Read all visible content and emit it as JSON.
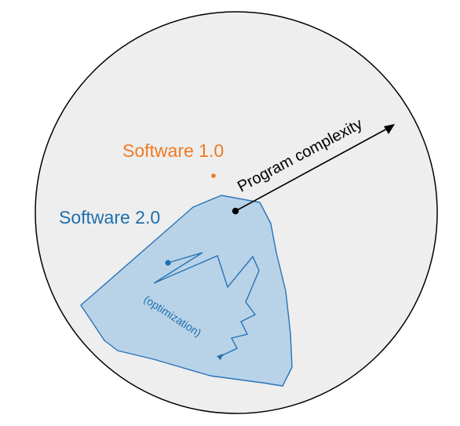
{
  "labels": {
    "software_1": "Software 1.0",
    "software_2": "Software 2.0",
    "program_complexity": "Program complexity",
    "optimization": "(optimization)"
  },
  "colors": {
    "background_circle_fill": "#eeeeee",
    "outline": "#000000",
    "software_1": "#ee7b22",
    "software_2": "#1f6fae",
    "region_fill": "#b8d3e8",
    "region_stroke": "#2a73b6",
    "arrow": "#000000"
  }
}
